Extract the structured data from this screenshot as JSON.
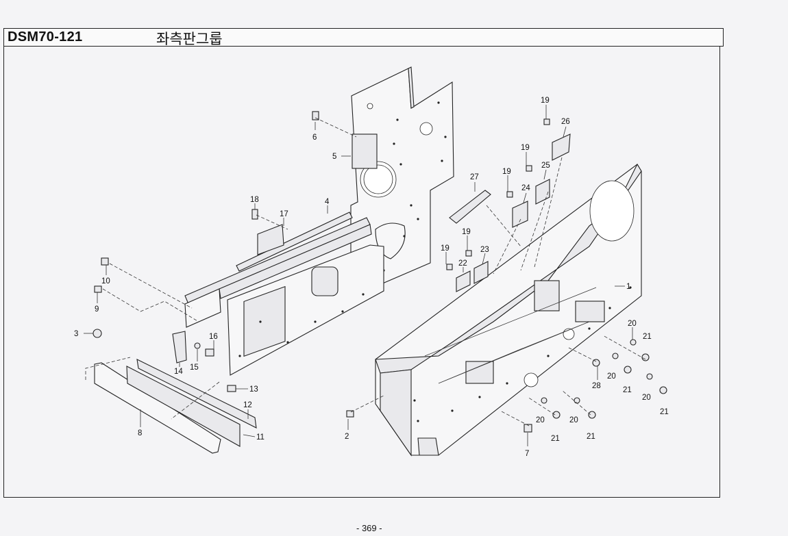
{
  "header": {
    "code": "DSM70-121",
    "title": "좌측판그룹"
  },
  "footer": {
    "page": "- 369 -"
  },
  "callouts": [
    {
      "id": "c1",
      "text": "1"
    },
    {
      "id": "c2",
      "text": "2"
    },
    {
      "id": "c3",
      "text": "3"
    },
    {
      "id": "c4",
      "text": "4"
    },
    {
      "id": "c5",
      "text": "5"
    },
    {
      "id": "c6",
      "text": "6"
    },
    {
      "id": "c7",
      "text": "7"
    },
    {
      "id": "c8",
      "text": "8"
    },
    {
      "id": "c9",
      "text": "9"
    },
    {
      "id": "c10",
      "text": "10"
    },
    {
      "id": "c11",
      "text": "11"
    },
    {
      "id": "c12",
      "text": "12"
    },
    {
      "id": "c13",
      "text": "13"
    },
    {
      "id": "c14",
      "text": "14"
    },
    {
      "id": "c15",
      "text": "15"
    },
    {
      "id": "c16",
      "text": "16"
    },
    {
      "id": "c17",
      "text": "17"
    },
    {
      "id": "c18",
      "text": "18"
    },
    {
      "id": "c19a",
      "text": "19"
    },
    {
      "id": "c19b",
      "text": "19"
    },
    {
      "id": "c19c",
      "text": "19"
    },
    {
      "id": "c19d",
      "text": "19"
    },
    {
      "id": "c19e",
      "text": "19"
    },
    {
      "id": "c20a",
      "text": "20"
    },
    {
      "id": "c20b",
      "text": "20"
    },
    {
      "id": "c20c",
      "text": "20"
    },
    {
      "id": "c20d",
      "text": "20"
    },
    {
      "id": "c20e",
      "text": "20"
    },
    {
      "id": "c21a",
      "text": "21"
    },
    {
      "id": "c21b",
      "text": "21"
    },
    {
      "id": "c21c",
      "text": "21"
    },
    {
      "id": "c21d",
      "text": "21"
    },
    {
      "id": "c21e",
      "text": "21"
    },
    {
      "id": "c22",
      "text": "22"
    },
    {
      "id": "c23",
      "text": "23"
    },
    {
      "id": "c24",
      "text": "24"
    },
    {
      "id": "c25",
      "text": "25"
    },
    {
      "id": "c26",
      "text": "26"
    },
    {
      "id": "c27",
      "text": "27"
    },
    {
      "id": "c28",
      "text": "28"
    }
  ]
}
